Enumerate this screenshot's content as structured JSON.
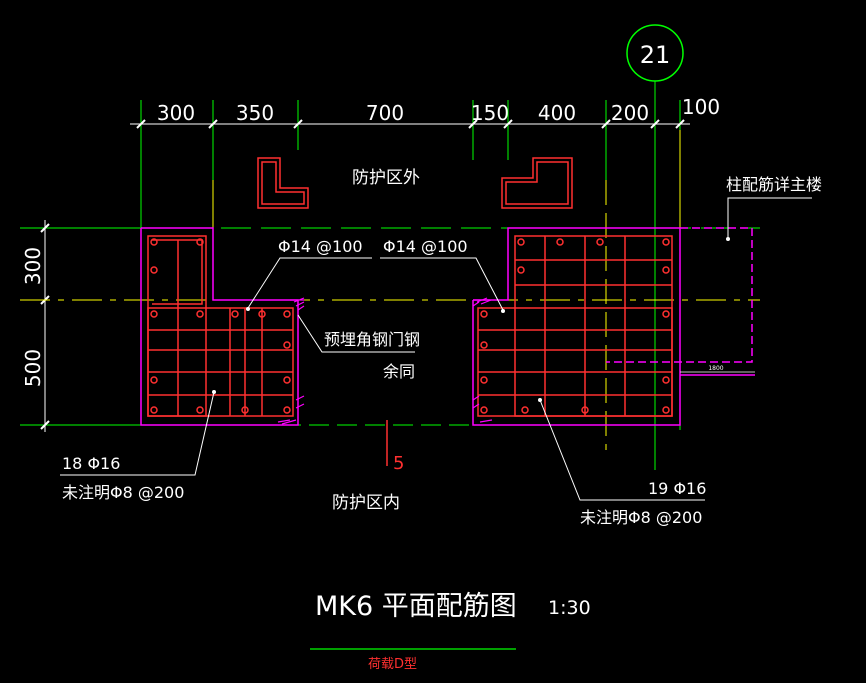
{
  "grid_axis": {
    "label": "21"
  },
  "dimensions_top": [
    "300",
    "350",
    "700",
    "150",
    "400",
    "200",
    "100"
  ],
  "dimensions_left": [
    "300",
    "500"
  ],
  "labels": {
    "outside_zone": "防护区外",
    "inside_zone": "防护区内",
    "column_note": "柱配筋详主楼",
    "rebar_left_top": "Φ14 @100",
    "rebar_right_top": "Φ14 @100",
    "embedded_angle": "预埋角钢门钢",
    "same_rest": "余同",
    "left_main": "18 Φ16",
    "left_note": "未注明Φ8 @200",
    "right_main": "19 Φ16",
    "right_note": "未注明Φ8 @200",
    "section_mark": "5",
    "small_dim": "1800"
  },
  "title": {
    "main": "MK6 平面配筋图",
    "scale": "1:30",
    "subtitle": "荷载D型"
  },
  "colors": {
    "background": "#000000",
    "dimension": "#ffffff",
    "extension": "#00ff00",
    "outline": "#ff00ff",
    "rebar": "#ff3030",
    "axis": "#00ff00",
    "centerline": "#ffff00",
    "subtitle": "#ff3030"
  }
}
